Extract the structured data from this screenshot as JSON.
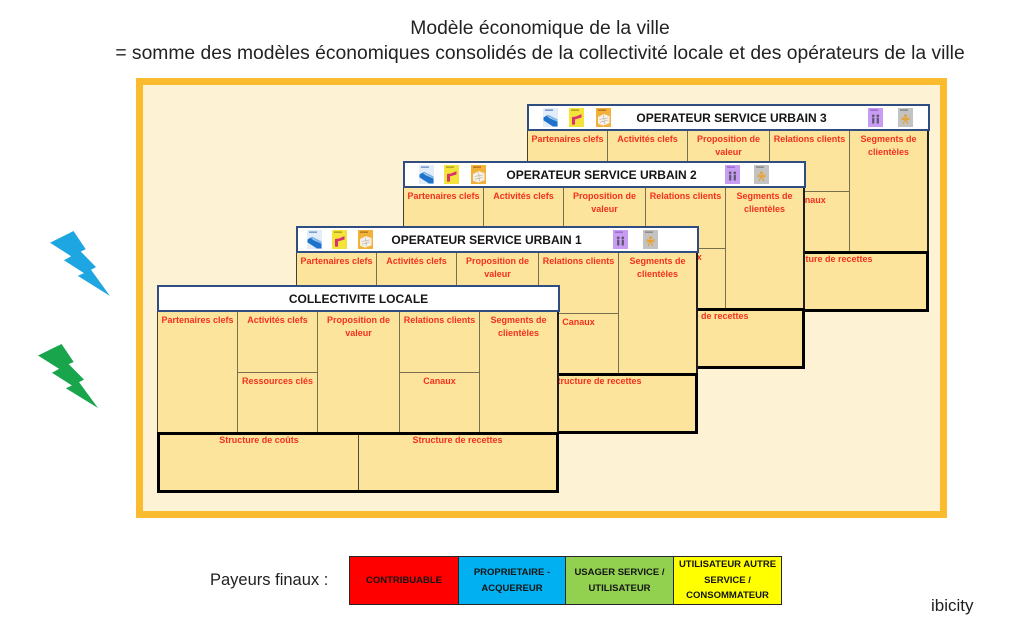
{
  "title": {
    "line1": "Modèle économique de la ville",
    "line2": "= somme des modèles économiques consolidés de la collectivité locale et des opérateurs de la ville"
  },
  "colors": {
    "frame_border": "#fbbb2f",
    "frame_fill": "#fdf2d4",
    "block_fill": "#fde49d",
    "block_label": "#f2311d",
    "header_border": "#2f4d80",
    "grid_line": "#76704c"
  },
  "decorations": {
    "bolts": [
      {
        "icon": "blue-lightning-bolt-icon",
        "color": "#1ea6e3"
      },
      {
        "icon": "green-lightning-bolt-icon",
        "color": "#19a54c"
      }
    ]
  },
  "bmc_labels": {
    "key_partners": "Partenaires clefs",
    "key_activities": "Activités clefs",
    "key_resources": "Ressources clés",
    "value_proposition": "Proposition de valeur",
    "customer_relationships": "Relations clients",
    "channels": "Canaux",
    "customer_segments": "Segments de clientèles",
    "cost_structure": "Structure de coûts",
    "revenue_structure": "Structure de recettes"
  },
  "canvases": [
    {
      "title": "COLLECTIVITE LOCALE",
      "icons_left": [],
      "icons_right": []
    },
    {
      "title": "OPERATEUR SERVICE URBAIN 1",
      "icons_left": [
        "blue-slope-icon",
        "yellow-flag-icon",
        "orange-map-icon"
      ],
      "icons_right": [
        "purple-people-icon",
        "grey-figure-icon"
      ]
    },
    {
      "title": "OPERATEUR SERVICE URBAIN 2",
      "icons_left": [
        "blue-slope-icon",
        "yellow-flag-icon",
        "orange-map-icon"
      ],
      "icons_right": [
        "purple-people-icon",
        "grey-figure-icon"
      ]
    },
    {
      "title": "OPERATEUR SERVICE URBAIN 3",
      "icons_left": [
        "blue-slope-icon",
        "yellow-flag-icon",
        "orange-map-icon"
      ],
      "icons_right": [
        "purple-people-icon",
        "grey-figure-icon"
      ]
    }
  ],
  "legend": {
    "label": "Payeurs finaux :",
    "items": [
      {
        "label": "CONTRIBUABLE",
        "color": "#ff0000"
      },
      {
        "label": "PROPRIETAIRE - ACQUEREUR",
        "color": "#00b0f0"
      },
      {
        "label": "USAGER SERVICE / UTILISATEUR",
        "color": "#92d050"
      },
      {
        "label": "UTILISATEUR AUTRE SERVICE / CONSOMMATEUR",
        "color": "#ffff00"
      }
    ]
  },
  "footer": {
    "brand": "ibicity"
  }
}
